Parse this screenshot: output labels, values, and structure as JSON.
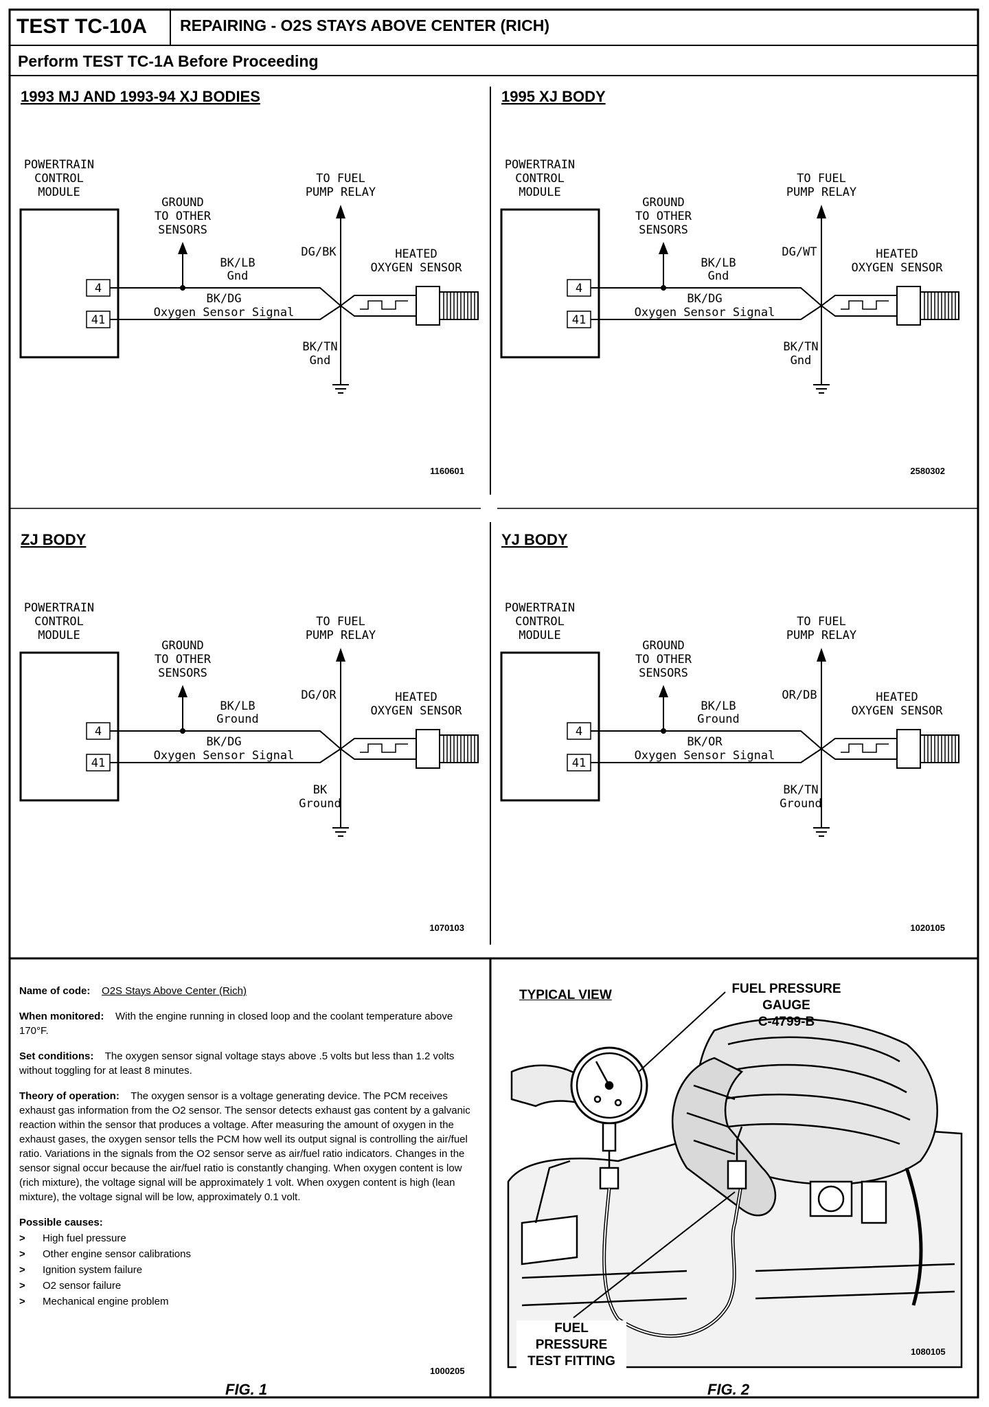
{
  "header": {
    "test_id": "TEST TC-10A",
    "title": "REPAIRING - O2S STAYS ABOVE CENTER (RICH)",
    "subtitle": "Perform TEST TC-1A Before Proceeding"
  },
  "diagrams": [
    {
      "title": "1993 MJ AND 1993-94 XJ BODIES",
      "pcm": [
        "POWERTRAIN",
        "CONTROL",
        "MODULE"
      ],
      "ground_label": [
        "GROUND",
        "TO OTHER",
        "SENSORS"
      ],
      "fuel_label": [
        "TO FUEL",
        "PUMP RELAY"
      ],
      "pin_a": "4",
      "pin_b": "41",
      "wire_ground": [
        "BK/LB",
        "Gnd"
      ],
      "wire_signal": [
        "BK/DG",
        "Oxygen Sensor Signal"
      ],
      "wire_fuel": "DG/BK",
      "wire_bottom": [
        "BK/TN",
        "Gnd"
      ],
      "sensor_label": [
        "HEATED",
        "OXYGEN SENSOR"
      ],
      "code": "1160601"
    },
    {
      "title": "1995 XJ BODY",
      "pcm": [
        "POWERTRAIN",
        "CONTROL",
        "MODULE"
      ],
      "ground_label": [
        "GROUND",
        "TO OTHER",
        "SENSORS"
      ],
      "fuel_label": [
        "TO FUEL",
        "PUMP RELAY"
      ],
      "pin_a": "4",
      "pin_b": "41",
      "wire_ground": [
        "BK/LB",
        "Gnd"
      ],
      "wire_signal": [
        "BK/DG",
        "Oxygen Sensor Signal"
      ],
      "wire_fuel": "DG/WT",
      "wire_bottom": [
        "BK/TN",
        "Gnd"
      ],
      "sensor_label": [
        "HEATED",
        "OXYGEN SENSOR"
      ],
      "code": "2580302"
    },
    {
      "title": "ZJ BODY",
      "pcm": [
        "POWERTRAIN",
        "CONTROL",
        "MODULE"
      ],
      "ground_label": [
        "GROUND",
        "TO OTHER",
        "SENSORS"
      ],
      "fuel_label": [
        "TO FUEL",
        "PUMP RELAY"
      ],
      "pin_a": "4",
      "pin_b": "41",
      "wire_ground": [
        "BK/LB",
        "Ground"
      ],
      "wire_signal": [
        "BK/DG",
        "Oxygen Sensor Signal"
      ],
      "wire_fuel": "DG/OR",
      "wire_bottom": [
        "BK",
        "Ground"
      ],
      "sensor_label": [
        "HEATED",
        "OXYGEN SENSOR"
      ],
      "code": "1070103"
    },
    {
      "title": "YJ BODY",
      "pcm": [
        "POWERTRAIN",
        "CONTROL",
        "MODULE"
      ],
      "ground_label": [
        "GROUND",
        "TO OTHER",
        "SENSORS"
      ],
      "fuel_label": [
        "TO FUEL",
        "PUMP RELAY"
      ],
      "pin_a": "4",
      "pin_b": "41",
      "wire_ground": [
        "BK/LB",
        "Ground"
      ],
      "wire_signal": [
        "BK/OR",
        "Oxygen Sensor Signal"
      ],
      "wire_fuel": "OR/DB",
      "wire_bottom": [
        "BK/TN",
        "Ground"
      ],
      "sensor_label": [
        "HEATED",
        "OXYGEN SENSOR"
      ],
      "code": "1020105"
    }
  ],
  "description": {
    "name_label": "Name of code:",
    "name_value": "O2S Stays Above Center (Rich)",
    "monitored_label": "When monitored:",
    "monitored_text": "With the engine running in closed loop and the coolant temperature above 170°F.",
    "set_label": "Set conditions:",
    "set_text": "The oxygen sensor signal voltage stays above .5 volts but less than 1.2 volts without toggling for at least 8 minutes.",
    "theory_label": "Theory of operation:",
    "theory_text": "The oxygen sensor is a voltage generating device. The PCM receives exhaust gas information from the O2 sensor. The sensor detects exhaust gas content by a galvanic reaction within the sensor that produces a voltage. After measuring the amount of oxygen in the exhaust gases, the oxygen sensor tells the PCM how well its output signal is controlling the air/fuel ratio. Variations in the signals from the O2 sensor serve as air/fuel ratio indicators. Changes in the sensor signal occur because the air/fuel ratio is constantly changing. When oxygen content is low (rich mixture), the voltage signal will be approximately 1 volt. When oxygen content is high (lean mixture), the voltage signal will be low, approximately 0.1 volt.",
    "causes_label": "Possible causes:",
    "bullet": ">",
    "causes": [
      "High fuel pressure",
      "Other engine sensor calibrations",
      "Ignition system failure",
      "O2 sensor failure",
      "Mechanical engine problem"
    ],
    "code": "1000205",
    "fig": "FIG. 1"
  },
  "photo": {
    "typical_view": "TYPICAL VIEW",
    "gauge_label": [
      "FUEL PRESSURE",
      "GAUGE",
      "C-4799-B"
    ],
    "fitting_label": [
      "FUEL",
      "PRESSURE",
      "TEST FITTING"
    ],
    "code": "1080105",
    "fig": "FIG. 2"
  }
}
